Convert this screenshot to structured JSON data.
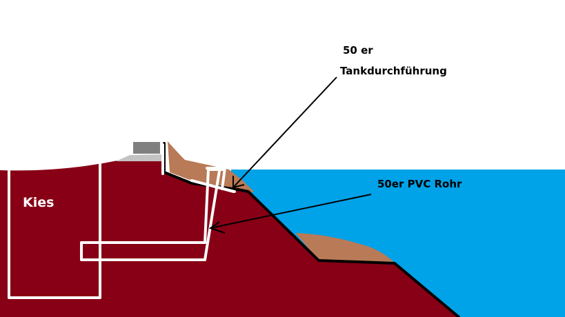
{
  "labels": {
    "gravel": "Kies",
    "tank_feedthrough_line1": "50 er",
    "tank_feedthrough_line2": "Tankdurchführung",
    "pvc_pipe": "50er PVC Rohr"
  },
  "colors": {
    "background": "#ffffff",
    "water": "#00a2e8",
    "soil": "#880015",
    "sand": "#b97a57",
    "stone_dark": "#7f7f7f",
    "stone_light": "#c3c3c3",
    "pipe": "#ffffff",
    "liner": "#000000",
    "text": "#000000",
    "gravel_text": "#ffffff"
  }
}
